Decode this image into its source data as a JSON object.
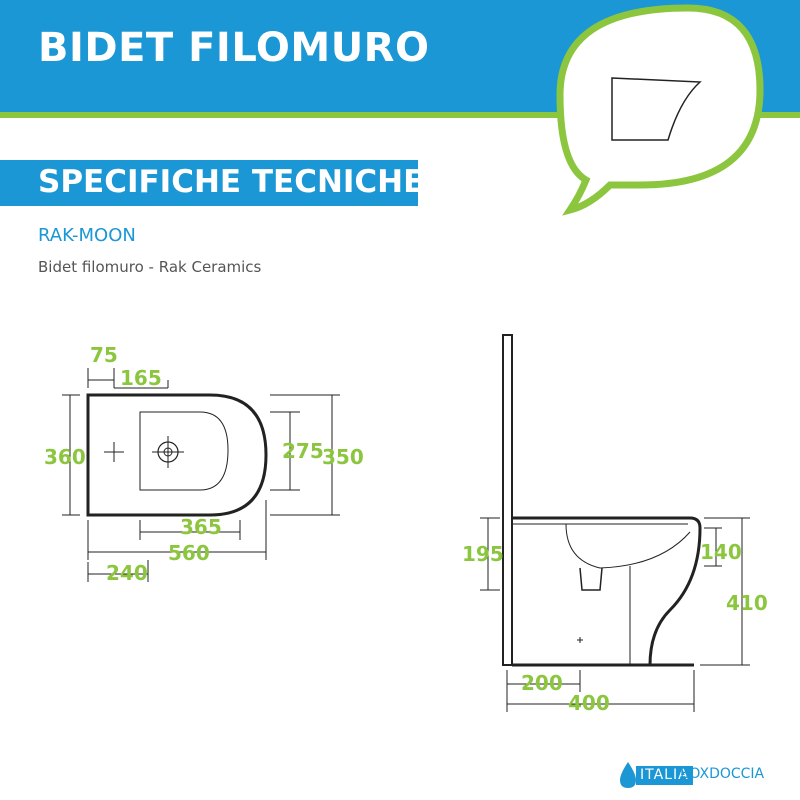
{
  "header": {
    "title": "BIDET FILOMURO",
    "section_title": "SPECIFICHE TECNICHE",
    "model": "RAK-MOON",
    "description": "Bidet filomuro - Rak Ceramics"
  },
  "colors": {
    "brand_blue": "#1b97d5",
    "accent_green": "#8cc63f",
    "line_dark": "#222222"
  },
  "top_view": {
    "dims": {
      "d75": "75",
      "d165": "165",
      "d360": "360",
      "d275": "275",
      "d350": "350",
      "d365": "365",
      "d560": "560",
      "d240": "240"
    }
  },
  "side_view": {
    "dims": {
      "d195": "195",
      "d140": "140",
      "d410": "410",
      "d200": "200",
      "d400": "400"
    }
  },
  "logo": {
    "part1": "ITALIA",
    "part2": "BOXDOCCIA"
  }
}
